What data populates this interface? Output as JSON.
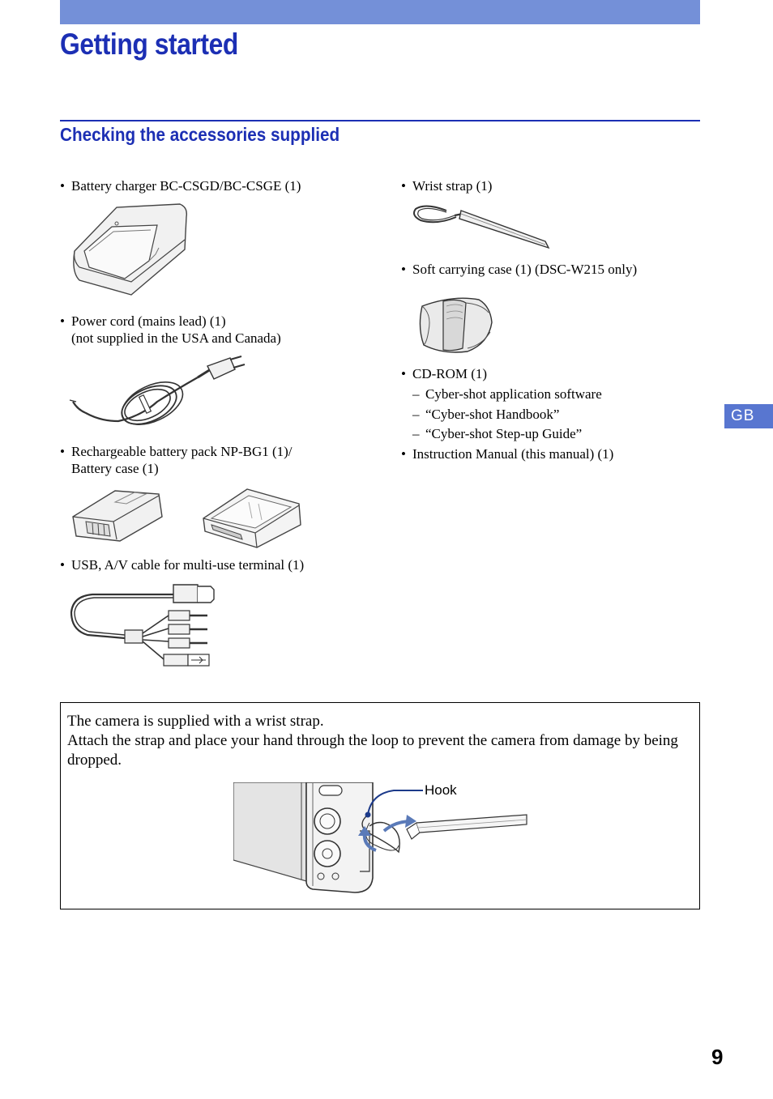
{
  "header": {
    "title": "Getting started",
    "section_title": "Checking the accessories supplied"
  },
  "left_column": {
    "charger": "Battery charger BC-CSGD/BC-CSGE (1)",
    "power_cord_line1": "Power cord (mains lead) (1)",
    "power_cord_line2": "(not supplied in the USA and Canada)",
    "battery_line1": "Rechargeable battery pack NP-BG1 (1)/",
    "battery_line2": "Battery case (1)",
    "usb_cable": "USB, A/V cable for multi-use terminal (1)"
  },
  "right_column": {
    "wrist_strap": "Wrist strap (1)",
    "soft_case": "Soft carrying case (1) (DSC-W215 only)",
    "cd_rom": "CD-ROM (1)",
    "cd_sub": [
      "Cyber-shot application software",
      "“Cyber-shot Handbook”",
      "“Cyber-shot Step-up Guide”"
    ],
    "manual": "Instruction Manual (this manual) (1)"
  },
  "bullet": "•",
  "dash": "–",
  "side_tab": "GB",
  "note": {
    "line1": "The camera is supplied with a wrist strap.",
    "line2": "Attach the strap and place your hand through the loop to prevent the camera from damage by being dropped.",
    "hook_label": "Hook"
  },
  "page_number": "9",
  "colors": {
    "title_blue": "#1c2fb4",
    "top_bar": "#7490d8",
    "tab_blue": "#5876d0",
    "arrow_blue": "#5a7ab8"
  }
}
